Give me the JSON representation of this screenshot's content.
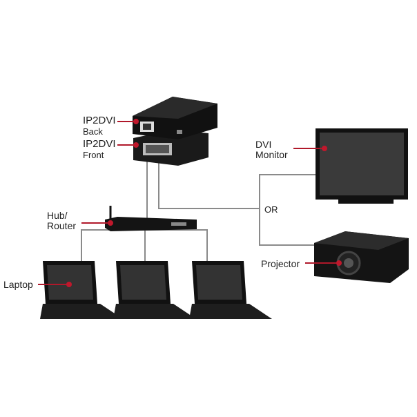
{
  "labels": {
    "ip2dvi_back": {
      "line1": "IP2DVI",
      "line2": "Back"
    },
    "ip2dvi_front": {
      "line1": "IP2DVI",
      "line2": "Front"
    },
    "dvi_monitor": {
      "line1": "DVI",
      "line2": "Monitor"
    },
    "or": "OR",
    "projector": "Projector",
    "hub_router": {
      "line1": "Hub/",
      "line2": "Router"
    },
    "laptop": "Laptop"
  },
  "colors": {
    "callout": "#b0182a",
    "cable": "#8a8a8a",
    "device": "#141414"
  }
}
